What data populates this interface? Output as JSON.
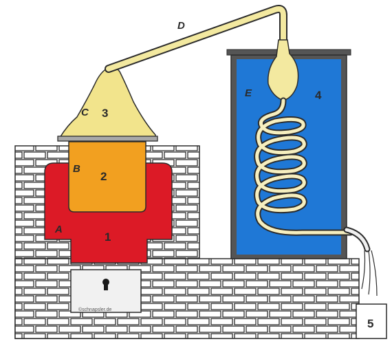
{
  "colors": {
    "furnace_red": "#dc1a26",
    "boiler_orange": "#f2a020",
    "still_head_yellow": "#f2e48c",
    "tube_yellow": "#f3e9a0",
    "condenser_water": "#1f78d6",
    "coil_cream": "#f6efbf",
    "brick_white": "#ffffff",
    "outline": "#2b2b2b"
  },
  "labels": {
    "A": "A",
    "B": "B",
    "C": "C",
    "D": "D",
    "E": "E",
    "n1": "1",
    "n2": "2",
    "n3": "3",
    "n4": "4",
    "n5": "5"
  },
  "watermark": "©schnapsler.de",
  "icons": {
    "firebox_door": "keyhole-icon"
  }
}
